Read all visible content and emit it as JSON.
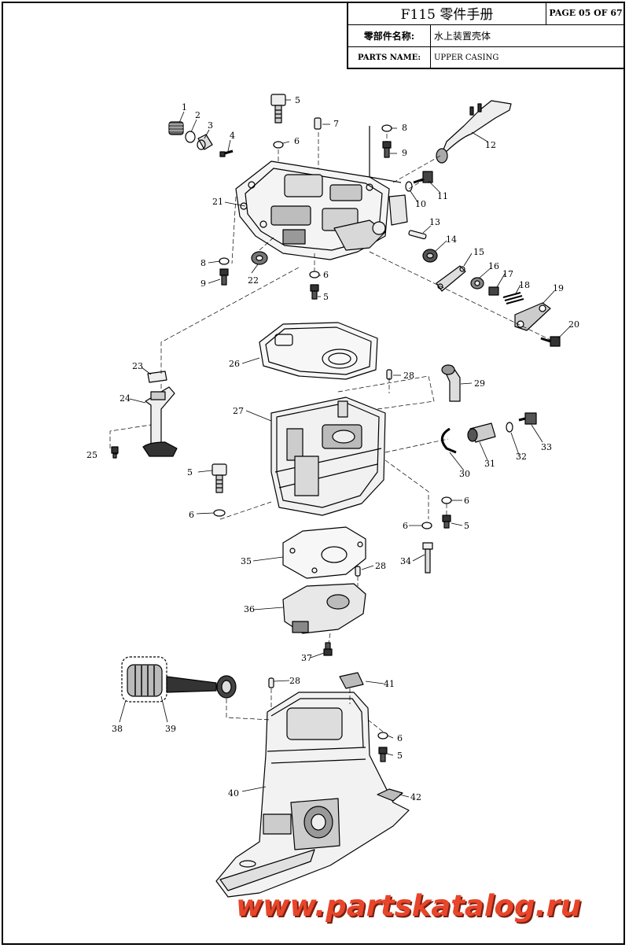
{
  "title_block": {
    "title": "F115 零件手册",
    "page": "PAGE 05 OF 67",
    "name_cn_label": "零部件名称:",
    "name_cn_value": "水上装置壳体",
    "name_en_label": "PARTS NAME:",
    "name_en_value": "UPPER CASING"
  },
  "callouts": {
    "c1": "1",
    "c2": "2",
    "c3": "3",
    "c4": "4",
    "c5a": "5",
    "c5b": "5",
    "c5c": "5",
    "c5d": "5",
    "c5e": "5",
    "c6a": "6",
    "c6b": "6",
    "c6c": "6",
    "c6d": "6",
    "c6e": "6",
    "c6f": "6",
    "c7": "7",
    "c8a": "8",
    "c8b": "8",
    "c9a": "9",
    "c9b": "9",
    "c10": "10",
    "c11": "11",
    "c12": "12",
    "c13": "13",
    "c14": "14",
    "c15": "15",
    "c16": "16",
    "c17": "17",
    "c18": "18",
    "c19": "19",
    "c20": "20",
    "c21": "21",
    "c22": "22",
    "c23": "23",
    "c24": "24",
    "c25": "25",
    "c26": "26",
    "c27": "27",
    "c28a": "28",
    "c28b": "28",
    "c28c": "28",
    "c29": "29",
    "c30": "30",
    "c31": "31",
    "c32": "32",
    "c33": "33",
    "c34": "34",
    "c35": "35",
    "c36": "36",
    "c37": "37",
    "c38": "38",
    "c39": "39",
    "c40": "40",
    "c41": "41",
    "c42": "42"
  },
  "watermark": "www.partskatalog.ru"
}
